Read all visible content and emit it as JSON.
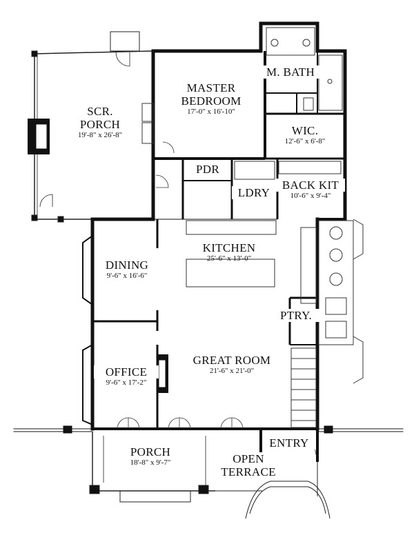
{
  "rooms": {
    "scr_porch": {
      "name_line1": "SCR.",
      "name_line2": "PORCH",
      "dims": "19'-8\" x 26'-8\""
    },
    "master_bedroom": {
      "name_line1": "MASTER",
      "name_line2": "BEDROOM",
      "dims": "17'-0\" x 16'-10\""
    },
    "m_bath": {
      "name": "M. BATH"
    },
    "wic": {
      "name": "WIC.",
      "dims": "12'-6\" x 6'-8\""
    },
    "pdr": {
      "name": "PDR"
    },
    "ldry": {
      "name": "LDRY"
    },
    "back_kit": {
      "name": "BACK KIT",
      "dims": "10'-6\" x 9'-4\""
    },
    "kitchen": {
      "name": "KITCHEN",
      "dims": "25'-6\" x 13'-0\""
    },
    "dining": {
      "name": "DINING",
      "dims": "9'-6\" x 16'-6\""
    },
    "ptry": {
      "name": "PTRY."
    },
    "office": {
      "name": "OFFICE",
      "dims": "9'-6\" x 17'-2\""
    },
    "great_room": {
      "name": "GREAT ROOM",
      "dims": "21'-6\" x 21'-0\""
    },
    "porch": {
      "name": "PORCH",
      "dims": "18'-8\" x 9'-7\""
    },
    "entry": {
      "name": "ENTRY"
    },
    "open_terrace": {
      "name_line1": "OPEN",
      "name_line2": "TERRACE"
    }
  }
}
